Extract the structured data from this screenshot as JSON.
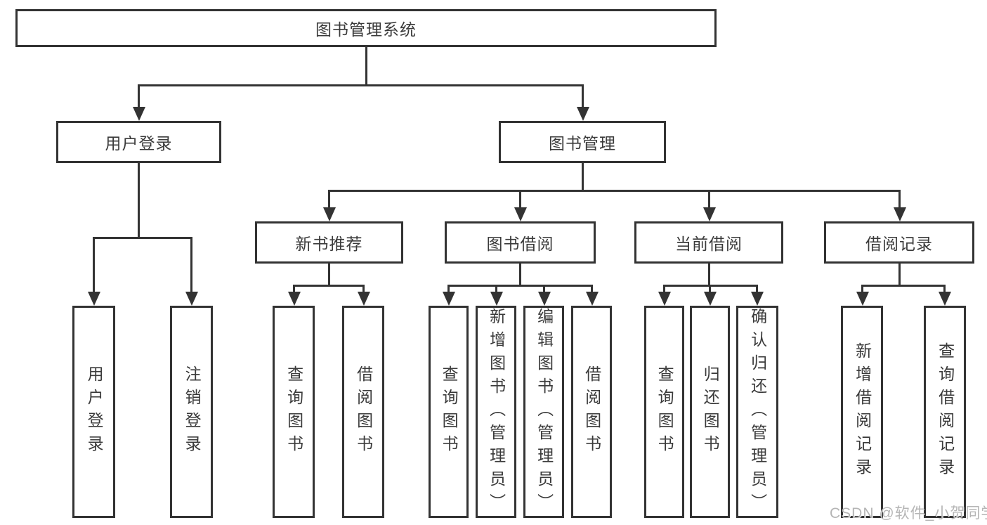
{
  "diagram": {
    "root": "图书管理系统",
    "branches": [
      {
        "label": "用户登录",
        "children": [
          {
            "label": "用户登录"
          },
          {
            "label": "注销登录"
          }
        ]
      },
      {
        "label": "图书管理",
        "children": [
          {
            "label": "新书推荐",
            "children": [
              {
                "label": "查询图书"
              },
              {
                "label": "借阅图书"
              }
            ]
          },
          {
            "label": "图书借阅",
            "children": [
              {
                "label": "查询图书"
              },
              {
                "label": "新增图书（管理员）"
              },
              {
                "label": "编辑图书（管理员）"
              },
              {
                "label": "借阅图书"
              }
            ]
          },
          {
            "label": "当前借阅",
            "children": [
              {
                "label": "查询图书"
              },
              {
                "label": "归还图书"
              },
              {
                "label": "确认归还（管理员）"
              }
            ]
          },
          {
            "label": "借阅记录",
            "children": [
              {
                "label": "新增借阅记录"
              },
              {
                "label": "查询借阅记录"
              }
            ]
          }
        ]
      }
    ]
  },
  "watermark": {
    "text": "CSDN @软件_小贺同学"
  },
  "colors": {
    "line": "#333333",
    "text": "#3a3a3a",
    "bg": "#ffffff",
    "watermark": "#b5b5b5"
  }
}
